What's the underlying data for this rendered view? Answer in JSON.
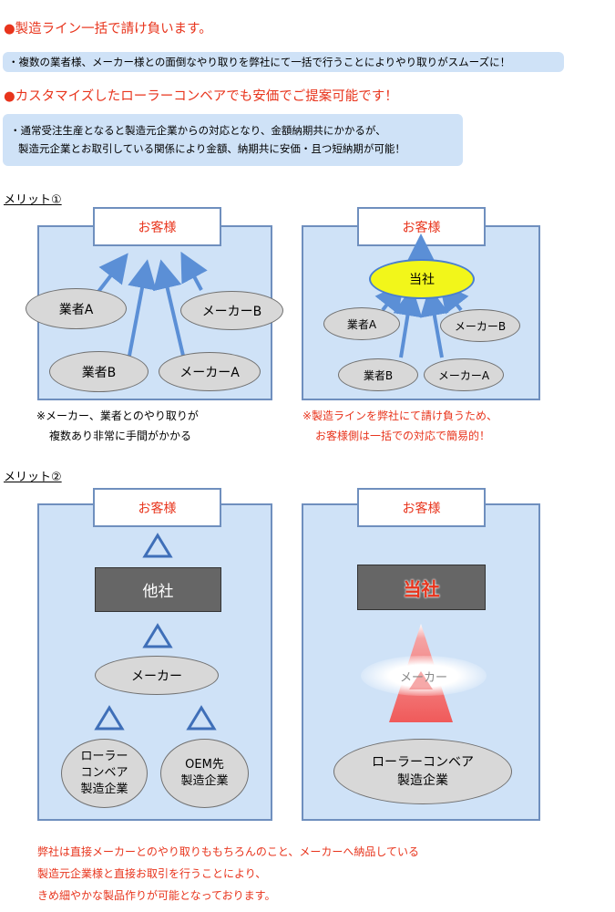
{
  "headings": {
    "h1": "●製造ライン一括で請け負います。",
    "h2": "●カスタマイズしたローラーコンベアでも安価でご提案可能です！"
  },
  "notes": {
    "n1": "・複数の業者様、メーカー様との面倒なやり取りを弊社にて一括で行うことによりやり取りがスムーズに！",
    "n2_line1": "・通常受注生産となると製造元企業からの対応となり、金額納期共にかかるが、",
    "n2_line2": "製造元企業とお取引している関係により金額、納期共に安価・且つ短納期が可能！"
  },
  "merit1": {
    "title": "メリット①",
    "left": {
      "customer": "お客様",
      "nodes": [
        "業者A",
        "メーカーB",
        "業者B",
        "メーカーA"
      ],
      "caption_line1": "※メーカー、業者とのやり取りが",
      "caption_line2": "複数あり非常に手間がかかる"
    },
    "right": {
      "customer": "お客様",
      "hub": "当社",
      "nodes": [
        "業者A",
        "メーカーB",
        "業者B",
        "メーカーA"
      ],
      "caption_line1": "※製造ラインを弊社にて請け負うため、",
      "caption_line2": "お客様側は一括での対応で簡易的！"
    }
  },
  "merit2": {
    "title": "メリット②",
    "left": {
      "customer": "お客様",
      "company": "他社",
      "maker": "メーカー",
      "roller_line1": "ローラー",
      "roller_line2": "コンベア",
      "roller_line3": "製造企業",
      "oem_line1": "OEM先",
      "oem_line2": "製造企業"
    },
    "right": {
      "customer": "お客様",
      "company": "当社",
      "maker": "メーカー",
      "roller_line1": "ローラーコンベア",
      "roller_line2": "製造企業"
    }
  },
  "footer": {
    "line1": "弊社は直接メーカーとのやり取りももちろんのこと、メーカーへ納品している",
    "line2": "製造元企業様と直接お取引を行うことにより、",
    "line3": "きめ細やかな製品作りが可能となっております。"
  },
  "colors": {
    "accent_red": "#e8341c",
    "panel_blue": "#cfe2f7",
    "arrow_blue": "#5b8fd6",
    "hub_yellow": "#f2f61a"
  }
}
